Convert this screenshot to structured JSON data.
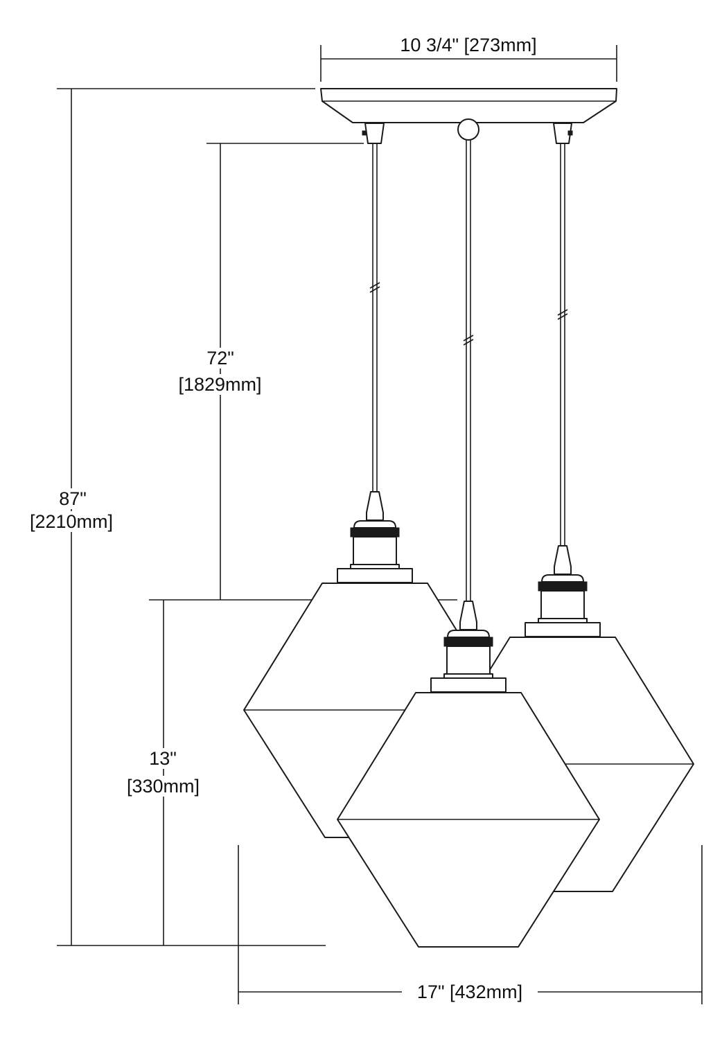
{
  "dimensions": {
    "canopy_width": "10 3/4\" [273mm]",
    "overall_height_in": "87\"",
    "overall_height_mm": "[2210mm]",
    "cord_length_in": "72\"",
    "cord_length_mm": "[1829mm]",
    "shade_height_in": "13\"",
    "shade_height_mm": "[330mm]",
    "overall_width": "17\" [432mm]"
  },
  "colors": {
    "line": "#1a1a1a",
    "background": "#ffffff"
  }
}
